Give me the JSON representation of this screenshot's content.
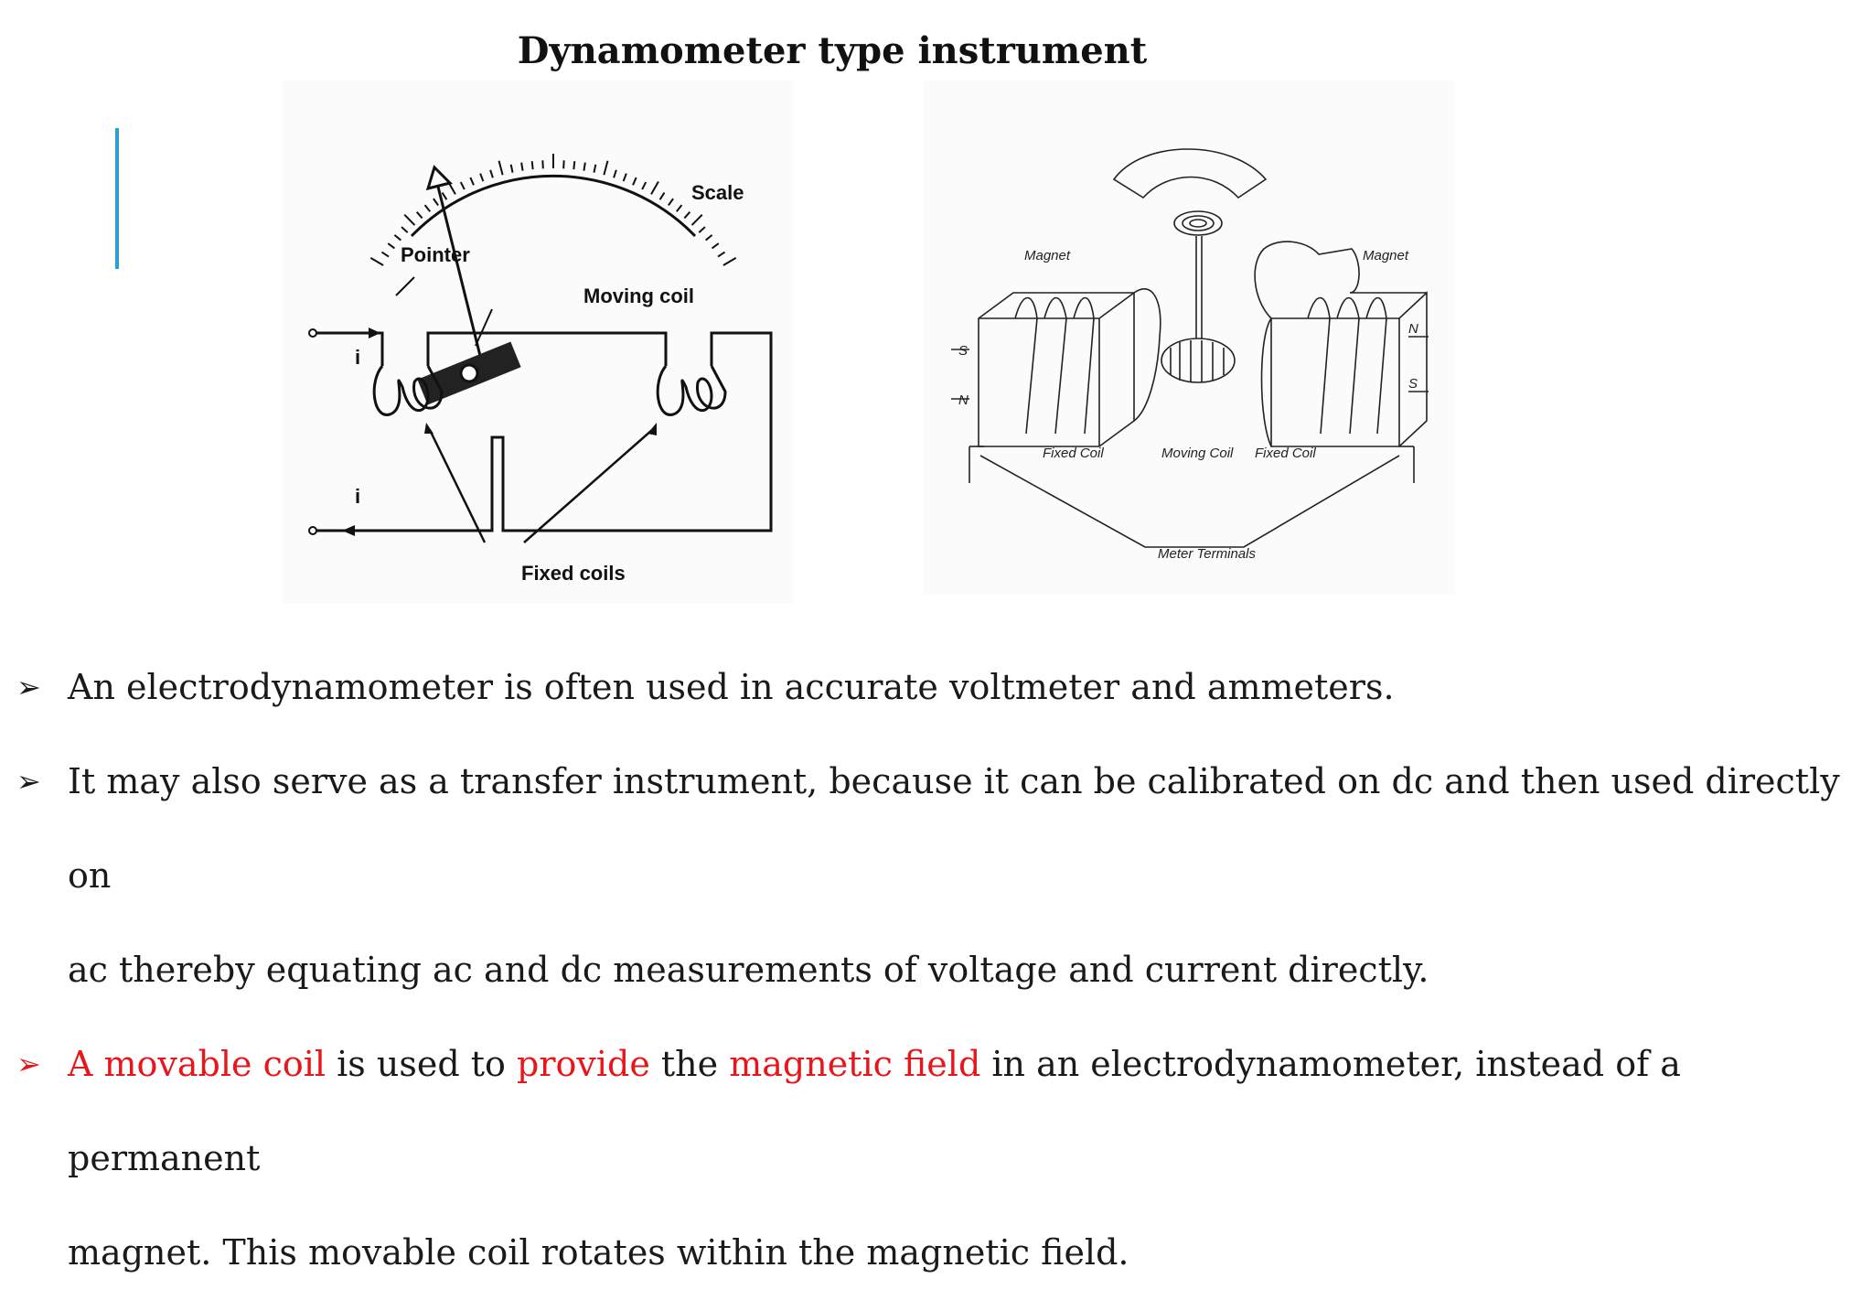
{
  "title": "Dynamometer type instrument",
  "figure1": {
    "labels": {
      "scale": "Scale",
      "pointer": "Pointer",
      "moving_coil": "Moving coil",
      "fixed_coils": "Fixed coils",
      "current_top": "i",
      "current_bottom": "i"
    }
  },
  "figure2": {
    "labels": {
      "magnet_left": "Magnet",
      "magnet_right": "Magnet",
      "fixed_coil_left": "Fixed Coil",
      "moving_coil": "Moving Coil",
      "fixed_coil_right": "Fixed Coil",
      "meter_terminals": "Meter Terminals",
      "s_left": "S",
      "n_left": "N",
      "n_right": "N",
      "s_right": "S"
    }
  },
  "bullets": {
    "b1": "An electrodynamometer is often used in accurate voltmeter and ammeters.",
    "b2_line1": "It may also serve as a transfer instrument, because it can be calibrated on dc and then used directly on",
    "b2_line2": "ac thereby equating ac and dc measurements of voltage and current directly.",
    "b3_part1": "A movable coil",
    "b3_part2": " is used to ",
    "b3_part3": "provide",
    "b3_part4": " the ",
    "b3_part5": "magnetic field",
    "b3_part6": " in an electrodynamometer, instead of a permanent",
    "b3_line2": "magnet. This movable coil rotates within the magnetic field.",
    "marker": "➢"
  },
  "colors": {
    "accent": "#2a9fd6",
    "highlight": "#e8161b"
  }
}
